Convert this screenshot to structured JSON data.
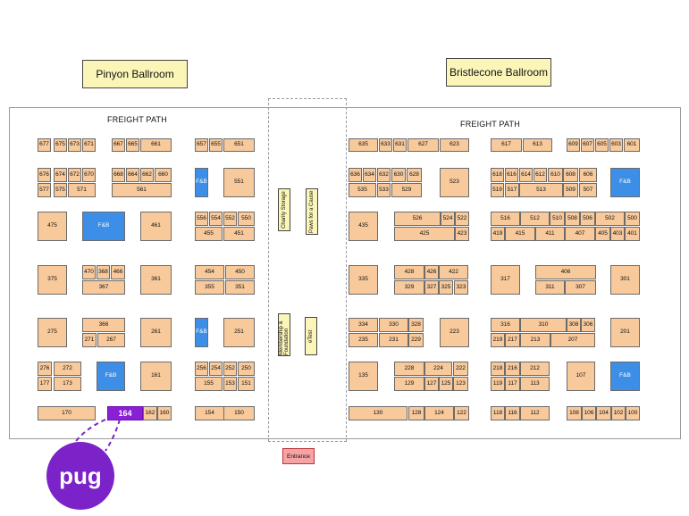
{
  "ballrooms": {
    "pinyon": "Pinyon Ballroom",
    "bristlecone": "Bristlecone Ballroom"
  },
  "freight_path_label": "FREIGHT PATH",
  "center_halls": {
    "charity_storage": "Charity Storage",
    "paws_for_a_cause": "Paws for a Cause",
    "membership_foundation": "Membership & Foundation",
    "etest": "eTest"
  },
  "entrance": "Entrance",
  "highlight_booth": "164",
  "logo_text": "pug",
  "colors": {
    "booth": "#f8c99b",
    "fb": "#3d8ee6",
    "highlight": "#8a1fd6",
    "hall": "#fbf6b8",
    "entrance": "#f7a3a3"
  },
  "booths": [
    {
      "label": "677"
    },
    {
      "label": "675"
    },
    {
      "label": "673"
    },
    {
      "label": "671"
    },
    {
      "label": "667"
    },
    {
      "label": "665"
    },
    {
      "label": "661"
    },
    {
      "label": "657"
    },
    {
      "label": "655"
    },
    {
      "label": "651"
    },
    {
      "label": "676"
    },
    {
      "label": "674"
    },
    {
      "label": "672"
    },
    {
      "label": "670"
    },
    {
      "label": "577"
    },
    {
      "label": "575"
    },
    {
      "label": "571"
    },
    {
      "label": "668"
    },
    {
      "label": "664"
    },
    {
      "label": "662"
    },
    {
      "label": "660"
    },
    {
      "label": "561"
    },
    {
      "label": "F&B"
    },
    {
      "label": "551"
    },
    {
      "label": "475"
    },
    {
      "label": "F&B"
    },
    {
      "label": "461"
    },
    {
      "label": "556"
    },
    {
      "label": "554"
    },
    {
      "label": "552"
    },
    {
      "label": "550"
    },
    {
      "label": "455"
    },
    {
      "label": "451"
    },
    {
      "label": "375"
    },
    {
      "label": "470"
    },
    {
      "label": "368"
    },
    {
      "label": "466"
    },
    {
      "label": "367"
    },
    {
      "label": "361"
    },
    {
      "label": "454"
    },
    {
      "label": "450"
    },
    {
      "label": "355"
    },
    {
      "label": "351"
    },
    {
      "label": "275"
    },
    {
      "label": "366"
    },
    {
      "label": "271"
    },
    {
      "label": "267"
    },
    {
      "label": "261"
    },
    {
      "label": "F&B"
    },
    {
      "label": "251"
    },
    {
      "label": "276"
    },
    {
      "label": "272"
    },
    {
      "label": "177"
    },
    {
      "label": "173"
    },
    {
      "label": "F&B"
    },
    {
      "label": "161"
    },
    {
      "label": "256"
    },
    {
      "label": "254"
    },
    {
      "label": "252"
    },
    {
      "label": "250"
    },
    {
      "label": "155"
    },
    {
      "label": "153"
    },
    {
      "label": "151"
    },
    {
      "label": "170"
    },
    {
      "label": "164"
    },
    {
      "label": "162"
    },
    {
      "label": "160"
    },
    {
      "label": "154"
    },
    {
      "label": "150"
    },
    {
      "label": "635"
    },
    {
      "label": "633"
    },
    {
      "label": "631"
    },
    {
      "label": "627"
    },
    {
      "label": "623"
    },
    {
      "label": "617"
    },
    {
      "label": "613"
    },
    {
      "label": "609"
    },
    {
      "label": "607"
    },
    {
      "label": "605"
    },
    {
      "label": "603"
    },
    {
      "label": "601"
    },
    {
      "label": "636"
    },
    {
      "label": "634"
    },
    {
      "label": "632"
    },
    {
      "label": "630"
    },
    {
      "label": "628"
    },
    {
      "label": "535"
    },
    {
      "label": "533"
    },
    {
      "label": "529"
    },
    {
      "label": "523"
    },
    {
      "label": "618"
    },
    {
      "label": "616"
    },
    {
      "label": "614"
    },
    {
      "label": "612"
    },
    {
      "label": "610"
    },
    {
      "label": "608"
    },
    {
      "label": "606"
    },
    {
      "label": "519"
    },
    {
      "label": "517"
    },
    {
      "label": "513"
    },
    {
      "label": "509"
    },
    {
      "label": "507"
    },
    {
      "label": "F&B"
    },
    {
      "label": "435"
    },
    {
      "label": "526"
    },
    {
      "label": "524"
    },
    {
      "label": "522"
    },
    {
      "label": "425"
    },
    {
      "label": "423"
    },
    {
      "label": "516"
    },
    {
      "label": "512"
    },
    {
      "label": "510"
    },
    {
      "label": "508"
    },
    {
      "label": "506"
    },
    {
      "label": "502"
    },
    {
      "label": "500"
    },
    {
      "label": "419"
    },
    {
      "label": "415"
    },
    {
      "label": "411"
    },
    {
      "label": "407"
    },
    {
      "label": "405"
    },
    {
      "label": "403"
    },
    {
      "label": "401"
    },
    {
      "label": "335"
    },
    {
      "label": "428"
    },
    {
      "label": "426"
    },
    {
      "label": "422"
    },
    {
      "label": "329"
    },
    {
      "label": "327"
    },
    {
      "label": "325"
    },
    {
      "label": "323"
    },
    {
      "label": "317"
    },
    {
      "label": "406"
    },
    {
      "label": "311"
    },
    {
      "label": "307"
    },
    {
      "label": "301"
    },
    {
      "label": "334"
    },
    {
      "label": "330"
    },
    {
      "label": "328"
    },
    {
      "label": "235"
    },
    {
      "label": "231"
    },
    {
      "label": "229"
    },
    {
      "label": "223"
    },
    {
      "label": "316"
    },
    {
      "label": "310"
    },
    {
      "label": "308"
    },
    {
      "label": "306"
    },
    {
      "label": "219"
    },
    {
      "label": "217"
    },
    {
      "label": "213"
    },
    {
      "label": "207"
    },
    {
      "label": "201"
    },
    {
      "label": "135"
    },
    {
      "label": "228"
    },
    {
      "label": "224"
    },
    {
      "label": "222"
    },
    {
      "label": "129"
    },
    {
      "label": "127"
    },
    {
      "label": "125"
    },
    {
      "label": "123"
    },
    {
      "label": "218"
    },
    {
      "label": "216"
    },
    {
      "label": "212"
    },
    {
      "label": "119"
    },
    {
      "label": "117"
    },
    {
      "label": "113"
    },
    {
      "label": "107"
    },
    {
      "label": "F&B"
    },
    {
      "label": "130"
    },
    {
      "label": "128"
    },
    {
      "label": "124"
    },
    {
      "label": "122"
    },
    {
      "label": "118"
    },
    {
      "label": "116"
    },
    {
      "label": "112"
    },
    {
      "label": "108"
    },
    {
      "label": "106"
    },
    {
      "label": "104"
    },
    {
      "label": "102"
    },
    {
      "label": "100"
    }
  ]
}
